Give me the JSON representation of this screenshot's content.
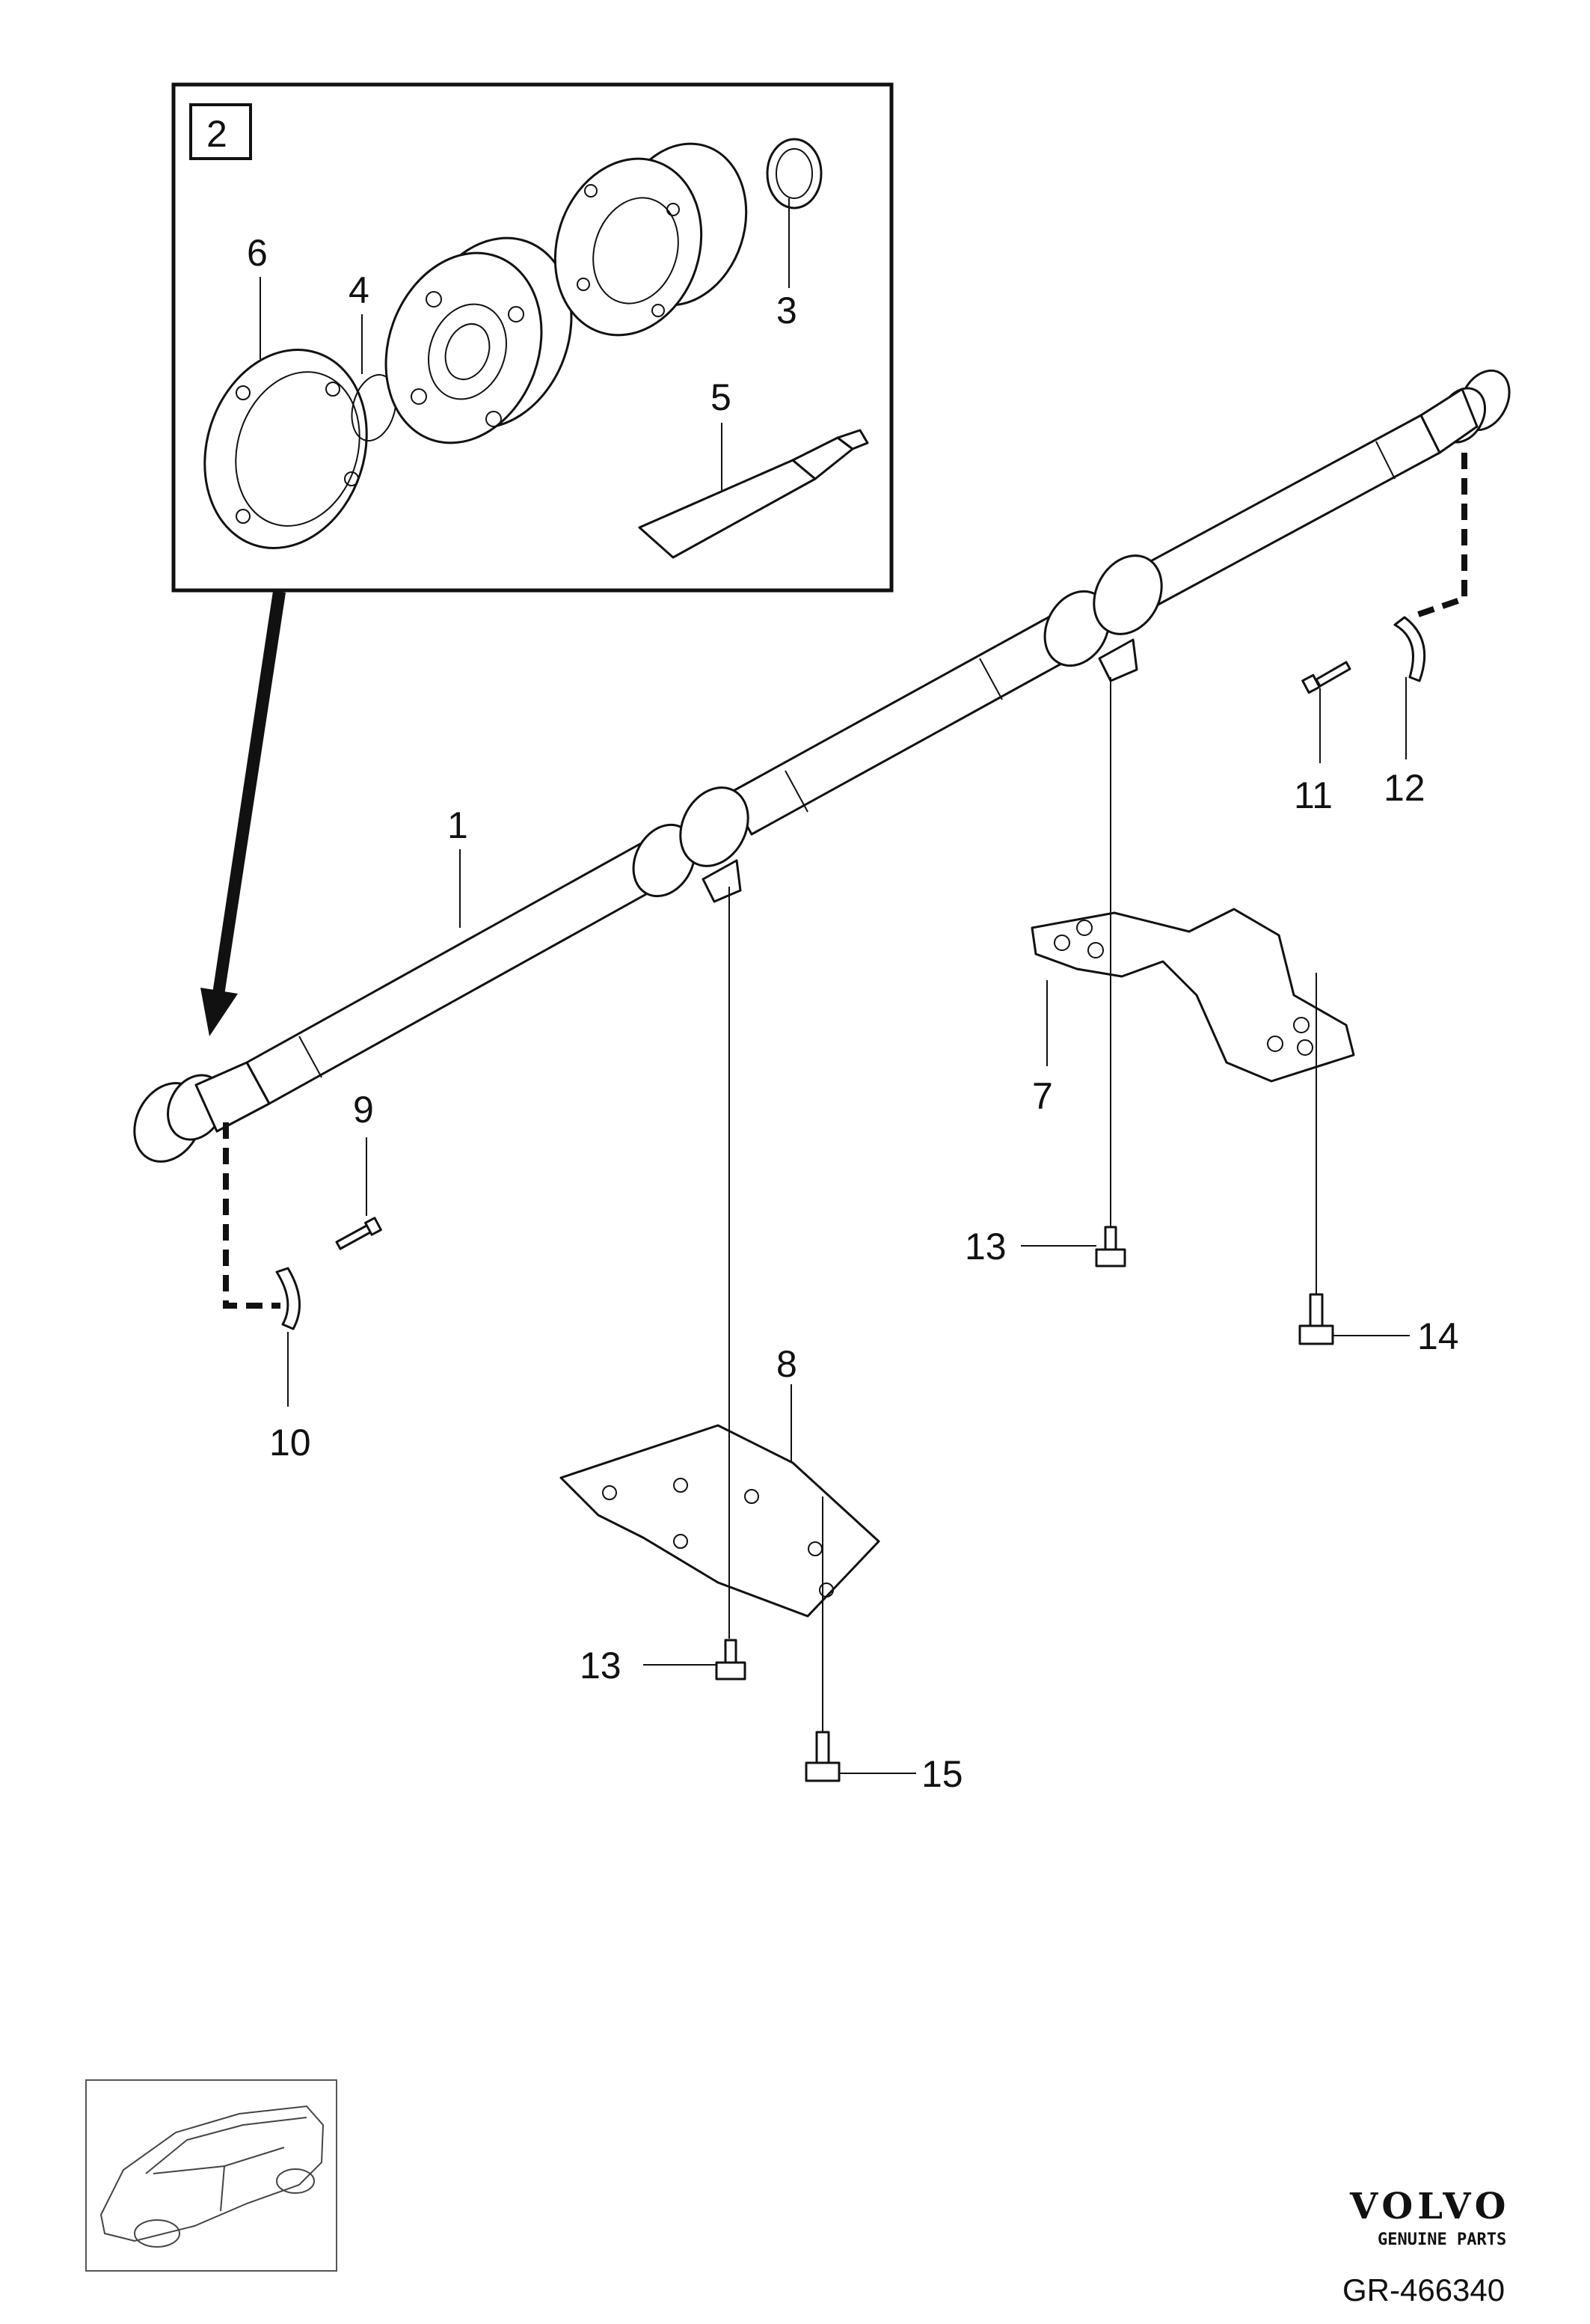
{
  "callouts": {
    "c1": "1",
    "c2": "2",
    "c3": "3",
    "c4": "4",
    "c5": "5",
    "c6": "6",
    "c7": "7",
    "c8": "8",
    "c9": "9",
    "c10": "10",
    "c11": "11",
    "c12": "12",
    "c13a": "13",
    "c13b": "13",
    "c14": "14",
    "c15": "15"
  },
  "brand": {
    "name": "VOLVO",
    "tagline": "GENUINE PARTS"
  },
  "document_number": "GR-466340",
  "icons": [
    "drive-shaft-icon",
    "cv-joint-icon",
    "center-bearing-icon",
    "bracket-icon",
    "bolt-icon",
    "clip-icon",
    "grease-tube-icon",
    "car-outline-icon"
  ]
}
